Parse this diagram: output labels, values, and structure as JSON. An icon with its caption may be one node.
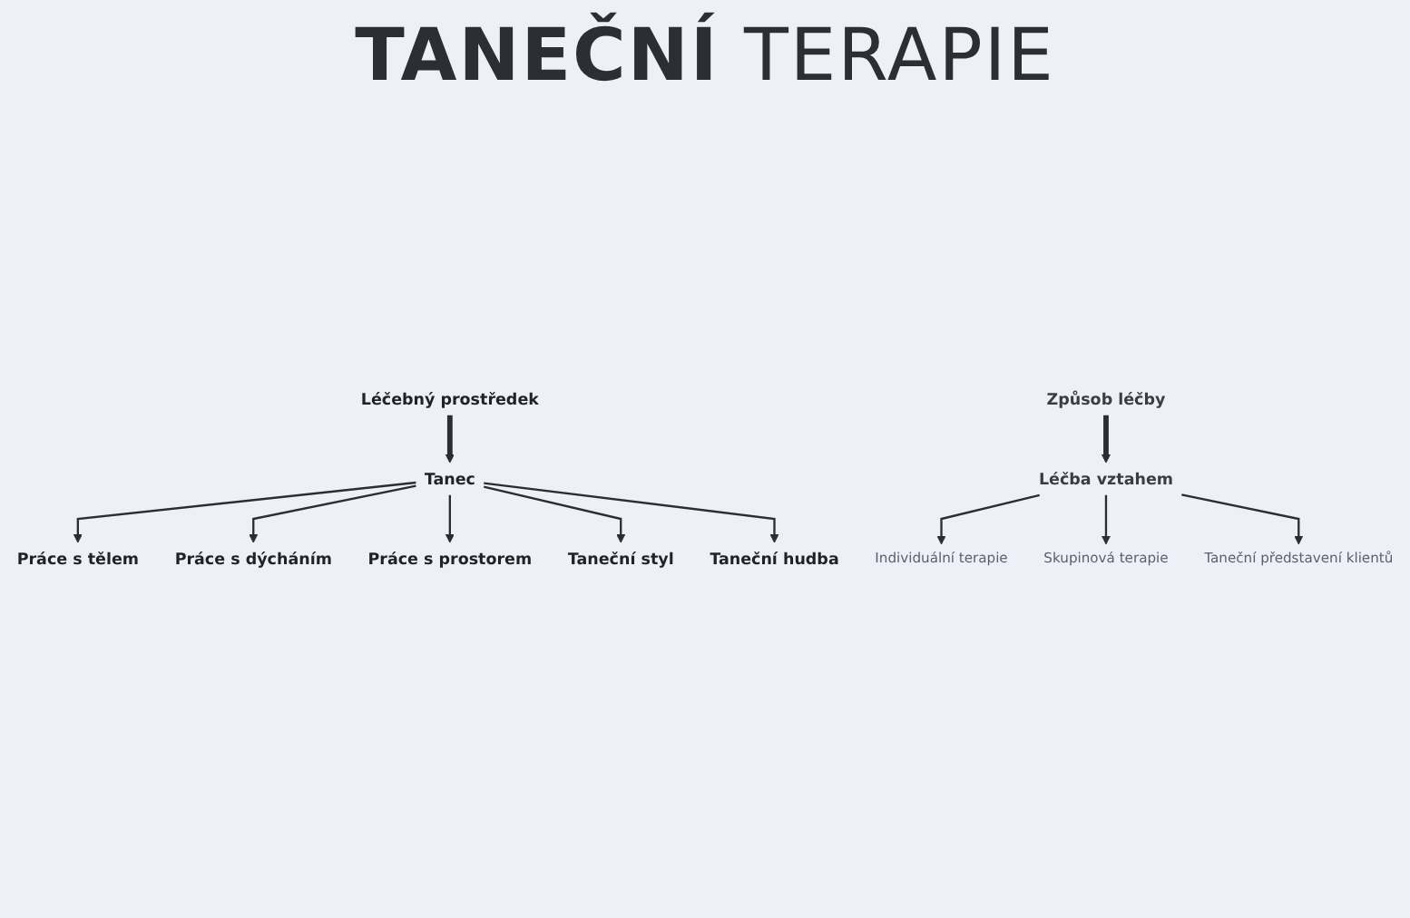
{
  "diagram": {
    "title": "**TANEČNÍ** TERAPIE",
    "nodes": [
      {
        "text": [
          "Léčebný prostředek"
        ]
      },
      {
        "text": [
          "Tanec"
        ]
      },
      {
        "text": [
          "Práce s tělem"
        ]
      },
      {
        "text": [
          "Práce s dýcháním"
        ]
      },
      {
        "text": [
          "Práce s prostorem"
        ]
      },
      {
        "text": [
          "Taneční styl"
        ]
      },
      {
        "text": [
          "Taneční hudba"
        ]
      },
      {
        "text": [
          "Způsob léčby"
        ]
      },
      {
        "text": [
          "Léčba vztahem"
        ]
      },
      {
        "text": [
          "Individuální terapie"
        ]
      },
      {
        "text": [
          "Skupinová terapie"
        ]
      },
      {
        "text": [
          "Taneční představení klientů"
        ]
      }
    ],
    "edges": [
      {
        "from": 0,
        "to": 1,
        "arrow": "to",
        "style": "thick"
      },
      {
        "from": 1,
        "to": 2,
        "arrow": "to"
      },
      {
        "from": 1,
        "to": 3,
        "arrow": "to"
      },
      {
        "from": 1,
        "to": 4,
        "arrow": "to"
      },
      {
        "from": 1,
        "to": 5,
        "arrow": "to"
      },
      {
        "from": 1,
        "to": 6,
        "arrow": "to"
      },
      {
        "from": 7,
        "to": 8,
        "arrow": "to",
        "style": "thick"
      },
      {
        "from": 8,
        "to": 9,
        "arrow": "to"
      },
      {
        "from": 8,
        "to": 10,
        "arrow": "to"
      },
      {
        "from": 8,
        "to": 11,
        "arrow": "to"
      }
    ]
  }
}
